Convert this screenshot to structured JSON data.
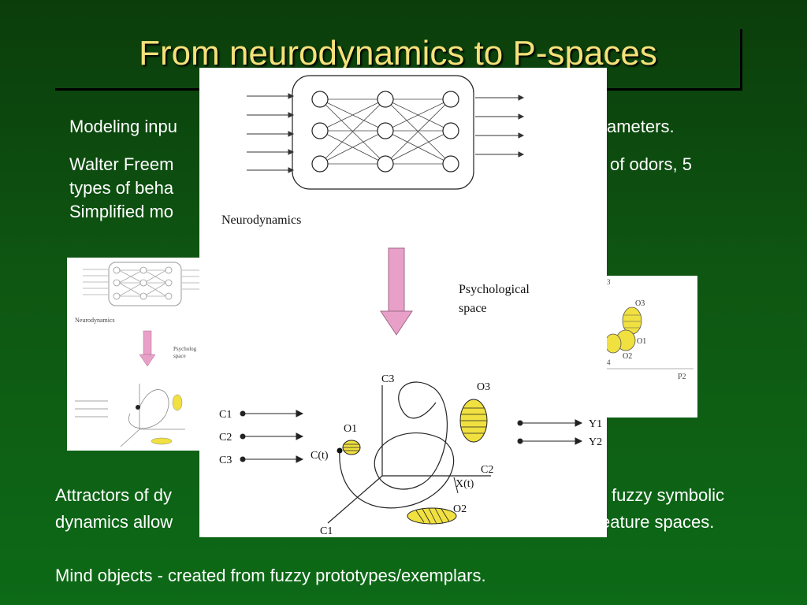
{
  "slide": {
    "title": "From neurodynamics to P-spaces",
    "para1": "Modeling inpu",
    "para1_end": "ameters.",
    "para2_line1": "Walter Freem",
    "para2_line1_end": "of odors, 5",
    "para2_line2": "types of beha",
    "para2_line3": "Simplified mo",
    "para3_line1": "Attractors of dy",
    "para3_line1_end": "fuzzy symbolic",
    "para3_line2": "dynamics allow",
    "para3_line2_end": "eature spaces.",
    "para4": "Mind objects - created from fuzzy prototypes/exemplars."
  },
  "figure_main": {
    "neuro_label": "Neurodynamics",
    "psych_label_line1": "Psychological",
    "psych_label_line2": "space",
    "axis_c3": "C3",
    "axis_c2": "C2",
    "axis_c1": "C1",
    "label_o1": "O1",
    "label_o2": "O2",
    "label_o3": "O3",
    "label_ct": "C(t)",
    "label_xt": "X(t)",
    "input_c1": "C1",
    "input_c2": "C2",
    "input_c3": "C3",
    "output_y1": "Y1",
    "output_y2": "Y2",
    "arrow_color": "#e8a0c8"
  },
  "figure_left_small": {
    "neuro_label": "Neurodynamics",
    "psych_label_line1": "Psycholog",
    "psych_label_line2": "space"
  },
  "figure_right_small": {
    "label_o3": "O3",
    "label_o1": "O1",
    "label_o2": "O2",
    "axis_p2": "P2",
    "axis_3": "3",
    "axis_4": "4"
  }
}
